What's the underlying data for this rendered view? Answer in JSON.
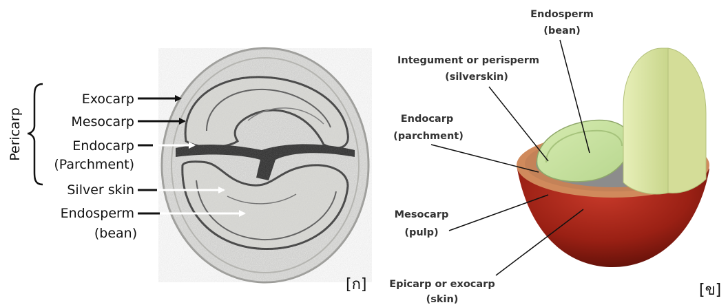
{
  "panel_a": {
    "bracket_label": "Pericarp",
    "labels": {
      "exocarp": "Exocarp",
      "mesocarp": "Mesocarp",
      "endocarp": "Endocarp",
      "parchment": "(Parchment)",
      "silver_skin": "Silver skin",
      "endosperm": "Endosperm",
      "bean": "(bean)"
    },
    "plate_label": "[ก]"
  },
  "panel_b": {
    "labels": {
      "endosperm_1": "Endosperm",
      "endosperm_2": "(bean)",
      "integument_1": "Integument or perisperm",
      "integument_2": "(silverskin)",
      "endocarp_1": "Endocarp",
      "endocarp_2": "(parchment)",
      "mesocarp_1": "Mesocarp",
      "mesocarp_2": "(pulp)",
      "epicarp_1": "Epicarp or exocarp",
      "epicarp_2": "(skin)"
    },
    "plate_label": "[ข]"
  },
  "colors": {
    "bean_green": "#c9e3a3",
    "pulp_red": "#a8241a",
    "parchment_tan": "#d59a6c",
    "silverskin_gray": "#8a8a8a"
  }
}
